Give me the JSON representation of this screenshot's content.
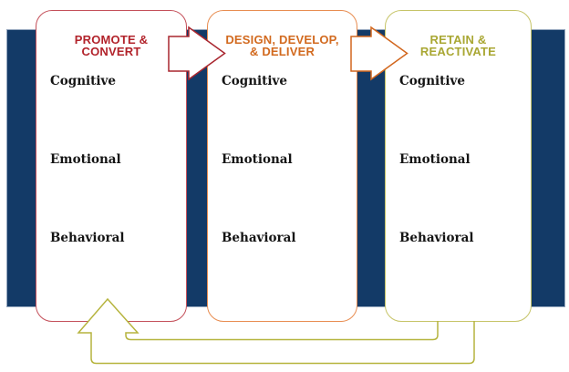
{
  "diagram": {
    "background_band_color": "#133a67",
    "stages": [
      {
        "id": "promote-convert",
        "title_lines": [
          "PROMOTE &",
          "CONVERT"
        ],
        "title_color": "#b2232b",
        "border_color": "#c4505a",
        "levels": [
          "Cognitive",
          "Emotional",
          "Behavioral"
        ]
      },
      {
        "id": "design-develop-deliver",
        "title_lines": [
          "DESIGN, DEVELOP,",
          "& DELIVER"
        ],
        "title_color": "#d26a1f",
        "border_color": "#e88d51",
        "levels": [
          "Cognitive",
          "Emotional",
          "Behavioral"
        ]
      },
      {
        "id": "retain-reactivate",
        "title_lines": [
          "RETAIN &",
          "REACTIVATE"
        ],
        "title_color": "#a9a733",
        "border_color": "#c6c468",
        "levels": [
          "Cognitive",
          "Emotional",
          "Behavioral"
        ]
      }
    ],
    "flow_arrows": [
      {
        "name": "stage1-to-stage2",
        "color": "#a9262f"
      },
      {
        "name": "stage2-to-stage3",
        "color": "#d2671e"
      }
    ],
    "feedback_arrow": {
      "name": "stage3-back-to-stage1",
      "color": "#b6b43e"
    }
  }
}
